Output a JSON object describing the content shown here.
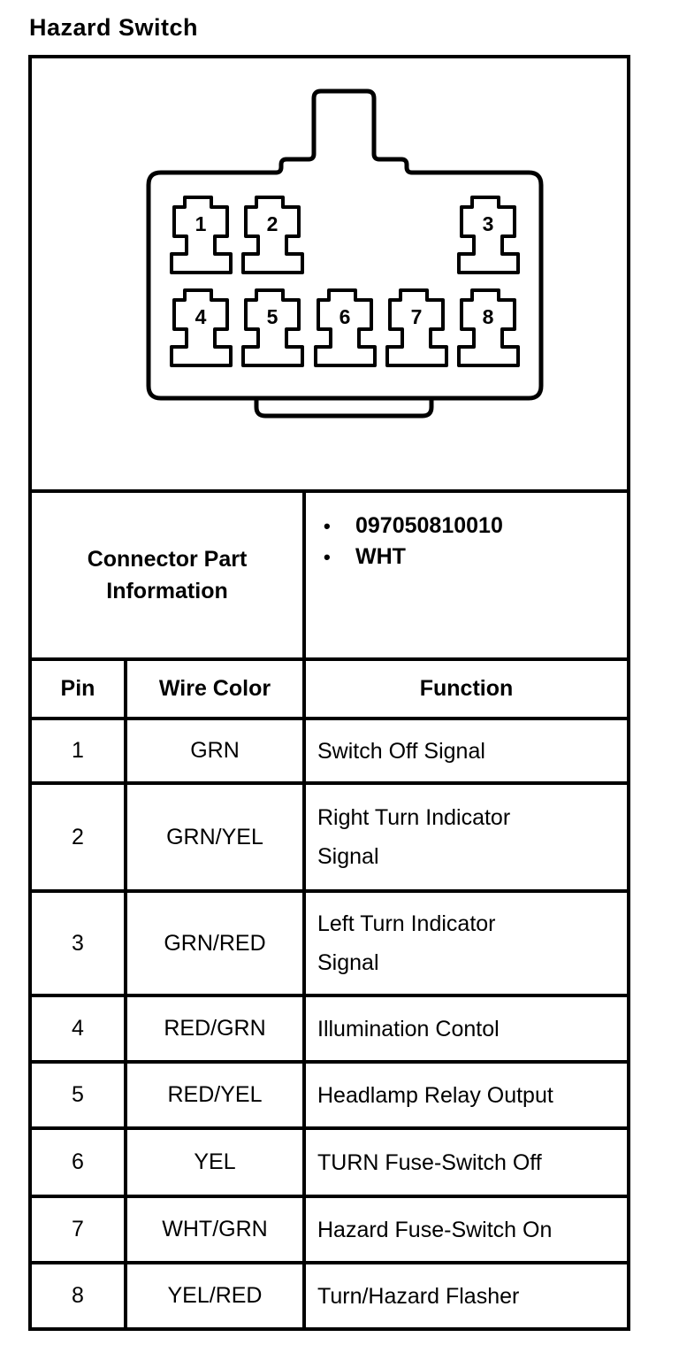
{
  "page": {
    "title": "Hazard Switch"
  },
  "colors": {
    "ink": "#000000",
    "paper": "#ffffff"
  },
  "connector_diagram": {
    "pin_labels": [
      "1",
      "2",
      "3",
      "4",
      "5",
      "6",
      "7",
      "8"
    ]
  },
  "part_info": {
    "label": "Connector Part Information",
    "values": [
      "097050810010",
      "WHT"
    ]
  },
  "pin_table": {
    "headers": [
      "Pin",
      "Wire Color",
      "Function"
    ],
    "rows": [
      {
        "pin": "1",
        "wire_color": "GRN",
        "function_lines": [
          "Switch Off Signal"
        ]
      },
      {
        "pin": "2",
        "wire_color": "GRN/YEL",
        "function_lines": [
          "Right Turn Indicator",
          "Signal"
        ]
      },
      {
        "pin": "3",
        "wire_color": "GRN/RED",
        "function_lines": [
          "Left Turn Indicator",
          "Signal"
        ]
      },
      {
        "pin": "4",
        "wire_color": "RED/GRN",
        "function_lines": [
          "Illumination Contol"
        ]
      },
      {
        "pin": "5",
        "wire_color": "RED/YEL",
        "function_lines": [
          "Headlamp Relay Output"
        ]
      },
      {
        "pin": "6",
        "wire_color": "YEL",
        "function_lines": [
          "TURN Fuse-Switch Off"
        ]
      },
      {
        "pin": "7",
        "wire_color": "WHT/GRN",
        "function_lines": [
          "Hazard Fuse-Switch On"
        ]
      },
      {
        "pin": "8",
        "wire_color": "YEL/RED",
        "function_lines": [
          "Turn/Hazard Flasher"
        ]
      }
    ]
  }
}
